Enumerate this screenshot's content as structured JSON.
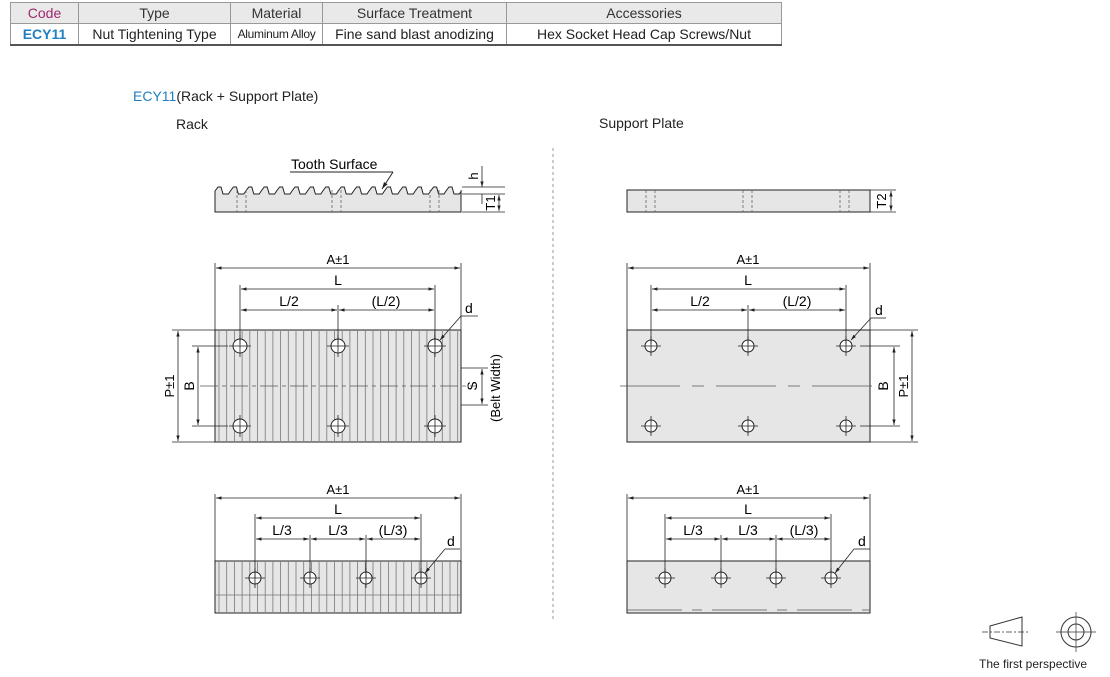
{
  "spec_table": {
    "headers": [
      "Code",
      "Type",
      "Material",
      "Surface Treatment",
      "Accessories"
    ],
    "row": [
      "ECY11",
      "Nut Tightening Type",
      "Aluminum Alloy",
      "Fine sand blast anodizing",
      "Hex Socket Head Cap Screws/Nut"
    ]
  },
  "heading": {
    "code": "ECY11",
    "text": "(Rack + Support Plate)"
  },
  "views": {
    "rack": "Rack",
    "support": "Support Plate"
  },
  "labels": {
    "tooth_surface": "Tooth Surface",
    "h": "h",
    "t1": "T1",
    "t2": "T2",
    "a": "A±1",
    "l": "L",
    "l2": "L/2",
    "l2p": "(L/2)",
    "l3": "L/3",
    "l3p": "(L/3)",
    "d": "d",
    "p": "P±1",
    "b": "B",
    "s": "S",
    "belt": "(Belt Width)"
  },
  "perspective": "The first perspective"
}
